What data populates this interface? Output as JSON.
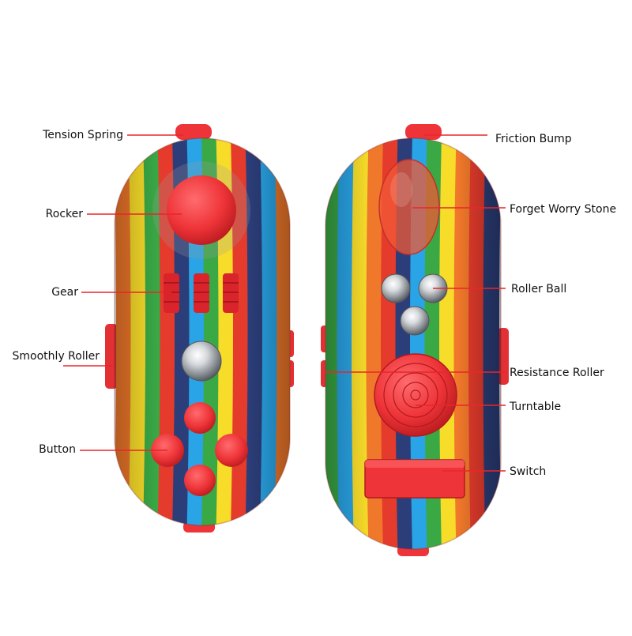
{
  "figure": {
    "left_device": {
      "labels": {
        "tension_spring": "Tension Spring",
        "rocker": "Rocker",
        "gear": "Gear",
        "smoothly_roller": "Smoothly Roller",
        "button": "Button"
      }
    },
    "right_device": {
      "labels": {
        "friction_bump": "Friction Bump",
        "forget_worry_stone": "Forget Worry Stone",
        "roller_ball": "Roller Ball",
        "resistance_roller": "Resistance Roller",
        "turntable": "Turntable",
        "switch": "Switch"
      }
    },
    "colors": {
      "leader_line": "#e8262b",
      "part_red": "#ee3438",
      "part_red_dark": "#c81e24",
      "stripe_red": "#e53b2c",
      "stripe_orange": "#f0782a",
      "stripe_yellow": "#f7dc2a",
      "stripe_green": "#3aa845",
      "stripe_blue": "#29a4e6",
      "stripe_navy": "#2c3e7a",
      "chrome": "#bfc3c7",
      "text": "#111111"
    }
  }
}
